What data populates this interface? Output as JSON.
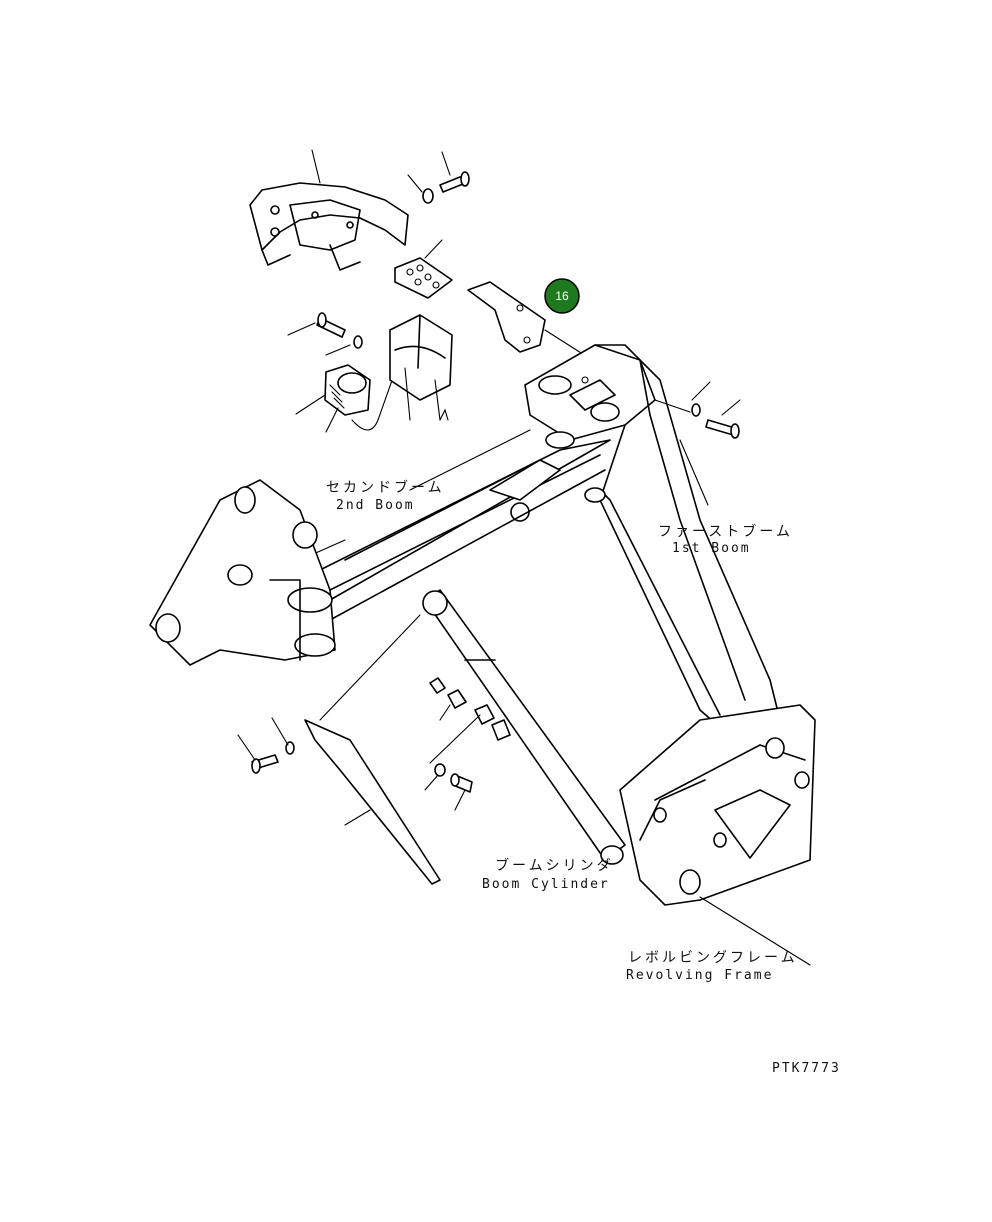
{
  "labels": {
    "second_boom_jp": "セカンドブーム",
    "second_boom_en": "2nd Boom",
    "first_boom_jp": "ファーストブーム",
    "first_boom_en": "1st Boom",
    "boom_cylinder_jp": "ブームシリンダ",
    "boom_cylinder_en": "Boom Cylinder",
    "revolving_frame_jp": "レボルビングフレーム",
    "revolving_frame_en": "Revolving Frame"
  },
  "callout": {
    "number": "16",
    "color": "#1f7a1f"
  },
  "drawing_code": "PTK7773"
}
